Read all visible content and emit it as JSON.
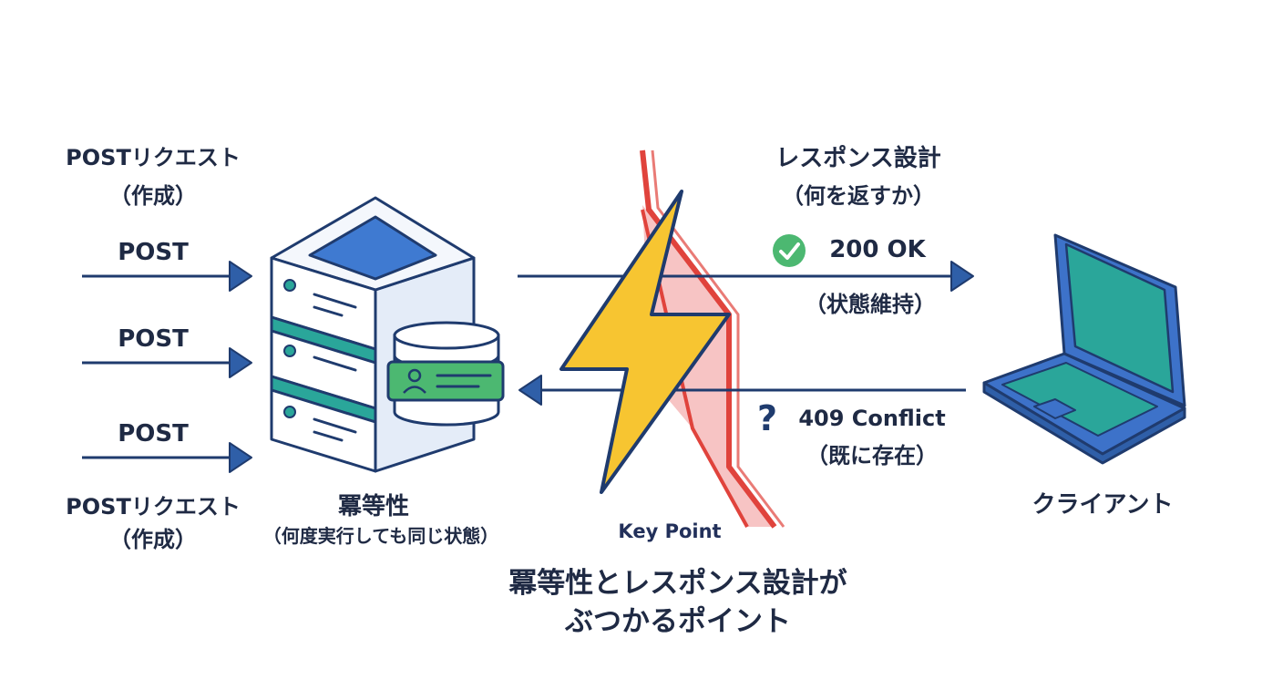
{
  "requests": {
    "top_label": "POSTリクエスト",
    "top_sub": "（作成）",
    "bottom_label": "POSTリクエスト",
    "bottom_sub": "（作成）",
    "arrows": [
      "POST",
      "POST",
      "POST"
    ]
  },
  "server": {
    "label": "冪等性",
    "sub": "（何度実行しても同じ状態）"
  },
  "response": {
    "title": "レスポンス設計",
    "sub": "（何を返すか）",
    "ok_label": "200 OK",
    "ok_sub": "（状態維持）",
    "conflict_label": "409 Conflict",
    "conflict_sub": "（既に存在）"
  },
  "client": {
    "label": "クライアント"
  },
  "key_point": "Key Point",
  "footer": {
    "line1": "冪等性とレスポンス設計が",
    "line2": "ぶつかるポイント"
  },
  "colors": {
    "navy": "#1f3b6e",
    "server_blue": "#3f7ad1",
    "teal": "#2aa69a",
    "green": "#4cb871",
    "bolt_yellow": "#f7c531",
    "wall_red": "#e0433c",
    "wall_fill": "#f7c4c4",
    "laptop_blue": "#3d72c9"
  },
  "icons": [
    "check-circle-icon",
    "question-icon",
    "user-card-icon",
    "lightning-bolt-icon",
    "server-icon",
    "database-icon",
    "laptop-icon"
  ]
}
